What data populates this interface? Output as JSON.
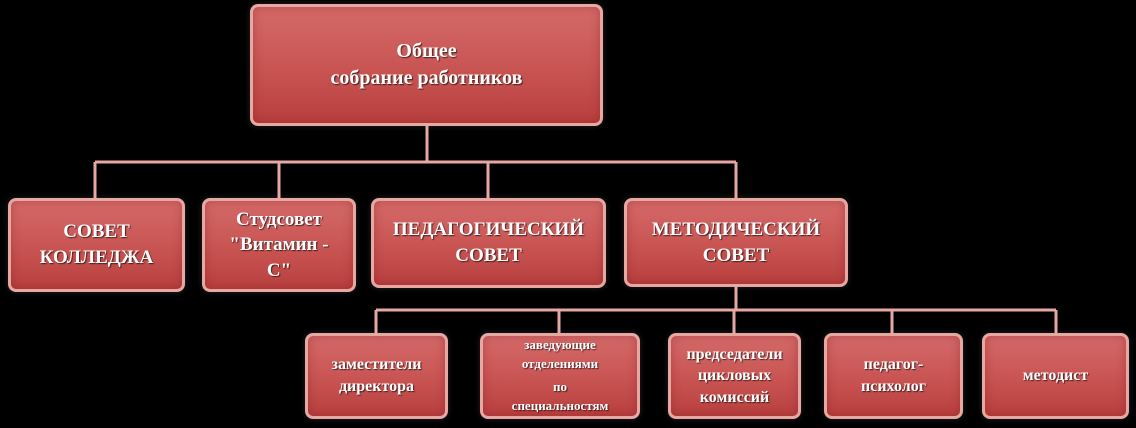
{
  "diagram": {
    "root": {
      "lines": [
        "Общее",
        "собрание работников"
      ]
    },
    "level1": [
      {
        "id": "college-council",
        "lines": [
          "СОВЕТ",
          "КОЛЛЕДЖА"
        ]
      },
      {
        "id": "student-council",
        "lines": [
          "Студсовет",
          "\"Витамин -",
          "С\""
        ]
      },
      {
        "id": "pedagogical-council",
        "lines": [
          "ПЕДАГОГИЧЕСКИЙ",
          "СОВЕТ"
        ]
      },
      {
        "id": "methodical-council",
        "lines": [
          "МЕТОДИЧЕСКИЙ",
          "СОВЕТ"
        ]
      }
    ],
    "level2": [
      {
        "id": "deputy-directors",
        "lines": [
          "заместители",
          "директора"
        ]
      },
      {
        "id": "department-heads",
        "lines": [
          "заведующие",
          "отделениями",
          "по",
          "специальностям"
        ]
      },
      {
        "id": "commission-chairs",
        "lines": [
          "председатели",
          "цикловых",
          "комиссий"
        ]
      },
      {
        "id": "psychologist",
        "lines": [
          "педагог-",
          "психолог"
        ]
      },
      {
        "id": "methodist",
        "lines": [
          "методист"
        ]
      }
    ],
    "colors": {
      "background": "#000000",
      "node_fill": "#c85452",
      "node_border": "#e7a7a3",
      "connector": "#e7a7a3",
      "text": "#ffffff"
    }
  }
}
